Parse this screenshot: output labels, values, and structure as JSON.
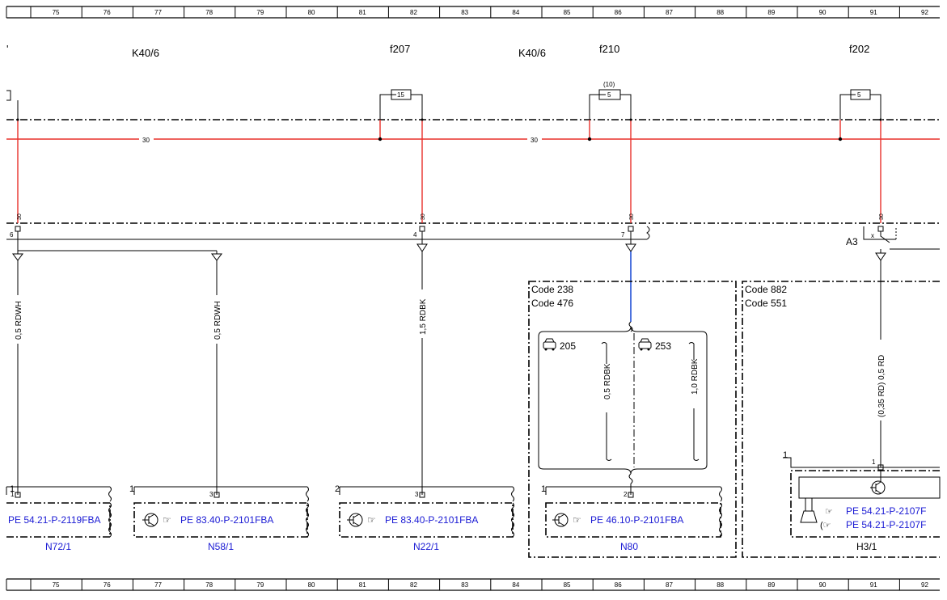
{
  "ruler": {
    "top": [
      "75",
      "76",
      "77",
      "78",
      "79",
      "80",
      "81",
      "82",
      "83",
      "84",
      "85",
      "86",
      "87",
      "88",
      "89",
      "90",
      "91",
      "92"
    ],
    "bottom": [
      "75",
      "76",
      "77",
      "78",
      "79",
      "80",
      "81",
      "82",
      "83",
      "84",
      "85",
      "86",
      "87",
      "88",
      "89",
      "90",
      "91",
      "92"
    ]
  },
  "labels": {
    "k406_a": "K40/6",
    "k406_b": "K40/6",
    "f207": "f207",
    "f210": "f210",
    "f202": "f202",
    "fuse_f207": "15",
    "fuse_f210": "5",
    "fuse_f210_alt": "(10)",
    "fuse_f202": "5",
    "bus_30_a": "30",
    "bus_30_b": "30",
    "term_30_1": "30",
    "term_30_2": "30",
    "term_30_3": "30",
    "term_30_4": "30",
    "pin_6": "6",
    "pin_4": "4",
    "pin_7": "7",
    "pin_x": "x",
    "a3": "A3",
    "wire_1": "0,5 RDWH",
    "wire_2": "0,5 RDWH",
    "wire_3": "1,5 RDBK",
    "wire_205": "0,5 RDBK",
    "wire_253": "1,0 RDBK",
    "wire_h31": "(0,35 RD) 0,5 RD",
    "code_238": "Code 238",
    "code_476": "Code 476",
    "code_882": "Code 882",
    "code_551": "Code 551",
    "model_205": "205",
    "model_253": "253"
  },
  "components": [
    {
      "ref": "N72/1",
      "pe": "PE 54.21-P-2119FBA",
      "conn": "1",
      "pin": "1"
    },
    {
      "ref": "N58/1",
      "pe": "PE 83.40-P-2101FBA",
      "conn": "1",
      "pin": "3"
    },
    {
      "ref": "N22/1",
      "pe": "PE 83.40-P-2101FBA",
      "conn": "2",
      "pin": "3"
    },
    {
      "ref": "N80",
      "pe": "PE 46.10-P-2101FBA",
      "conn": "1",
      "pin": "2"
    },
    {
      "ref": "H3/1",
      "pe": "PE 54.21-P-2107F",
      "pe2": "PE 54.21-P-2107F",
      "conn": "1",
      "pin": "1"
    }
  ],
  "colors": {
    "power": "#e8302a",
    "link": "#1a1ad4",
    "blue_wire": "#1f4fd6"
  }
}
